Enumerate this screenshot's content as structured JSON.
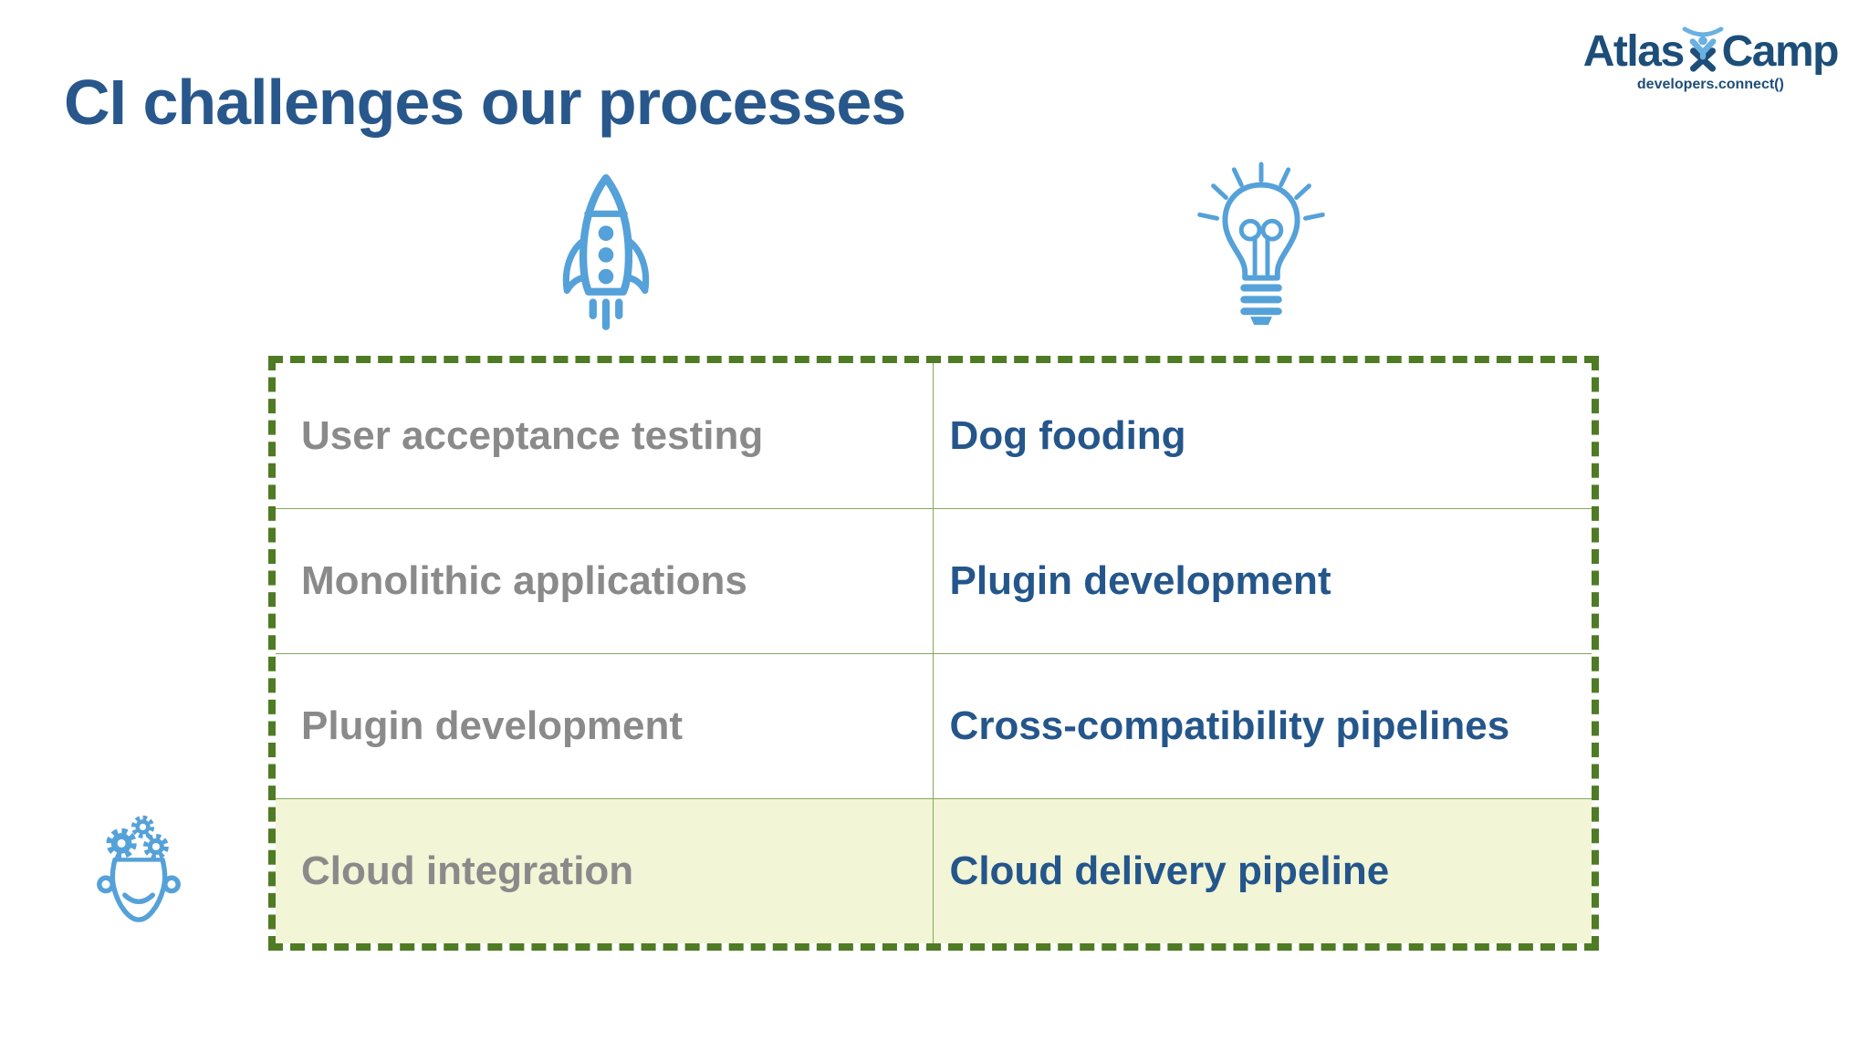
{
  "title": "CI challenges our processes",
  "logo": {
    "word_left": "Atlas",
    "word_right": "Camp",
    "tagline": "developers.connect()"
  },
  "table": {
    "rows": [
      {
        "challenge": "User acceptance testing",
        "process": "Dog fooding"
      },
      {
        "challenge": "Monolithic applications",
        "process": "Plugin development"
      },
      {
        "challenge": "Plugin development",
        "process": "Cross-compatibility pipelines"
      },
      {
        "challenge": "Cloud integration",
        "process": "Cloud delivery pipeline"
      }
    ],
    "highlighted_row_index": 3
  },
  "icons": {
    "left_column_icon": "rocket-icon",
    "right_column_icon": "lightbulb-icon",
    "bottom_left_icon": "head-gears-icon",
    "logo_icon": "atlascamp-mark-icon"
  },
  "colors": {
    "title_blue": "#28578C",
    "process_blue": "#24568B",
    "challenge_gray": "#8A8A8A",
    "border_green": "#4E7B24",
    "divider_green": "#84A65C",
    "highlight_bg": "#F2F5D6",
    "icon_blue": "#55A1D9",
    "logo_navy": "#1D4E79",
    "logo_light_blue": "#6AB0E0"
  }
}
